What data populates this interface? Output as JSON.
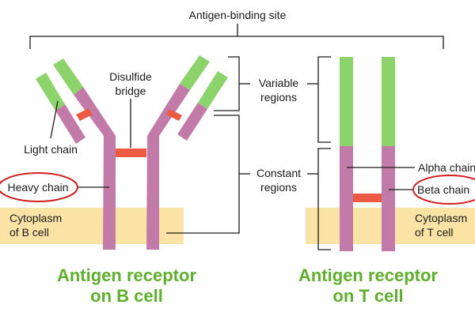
{
  "title": "Antigen-binding site",
  "labels": {
    "disulfide_bridge": [
      "Disulfide",
      "bridge"
    ],
    "light_chain": "Light chain",
    "heavy_chain": "Heavy chain",
    "cytoplasm_b": [
      "Cytoplasm",
      "of B cell"
    ],
    "variable_regions": [
      "Variable",
      "regions"
    ],
    "constant_regions": [
      "Constant",
      "regions"
    ],
    "alpha_chain": "Alpha chain",
    "beta_chain": "Beta chain",
    "cytoplasm_t": [
      "Cytoplasm",
      "of T cell"
    ]
  },
  "captions": {
    "b_cell": [
      "Antigen receptor",
      "on B cell"
    ],
    "t_cell": [
      "Antigen receptor",
      "on T cell"
    ]
  },
  "colors": {
    "variable": "#8dd36b",
    "constant": "#c27aa9",
    "bridge": "#ec5a43",
    "cytoplasm": "#fbe3a6",
    "caption": "#5fae2e",
    "highlight": "#d21f1f",
    "line": "#1a1a1a"
  }
}
